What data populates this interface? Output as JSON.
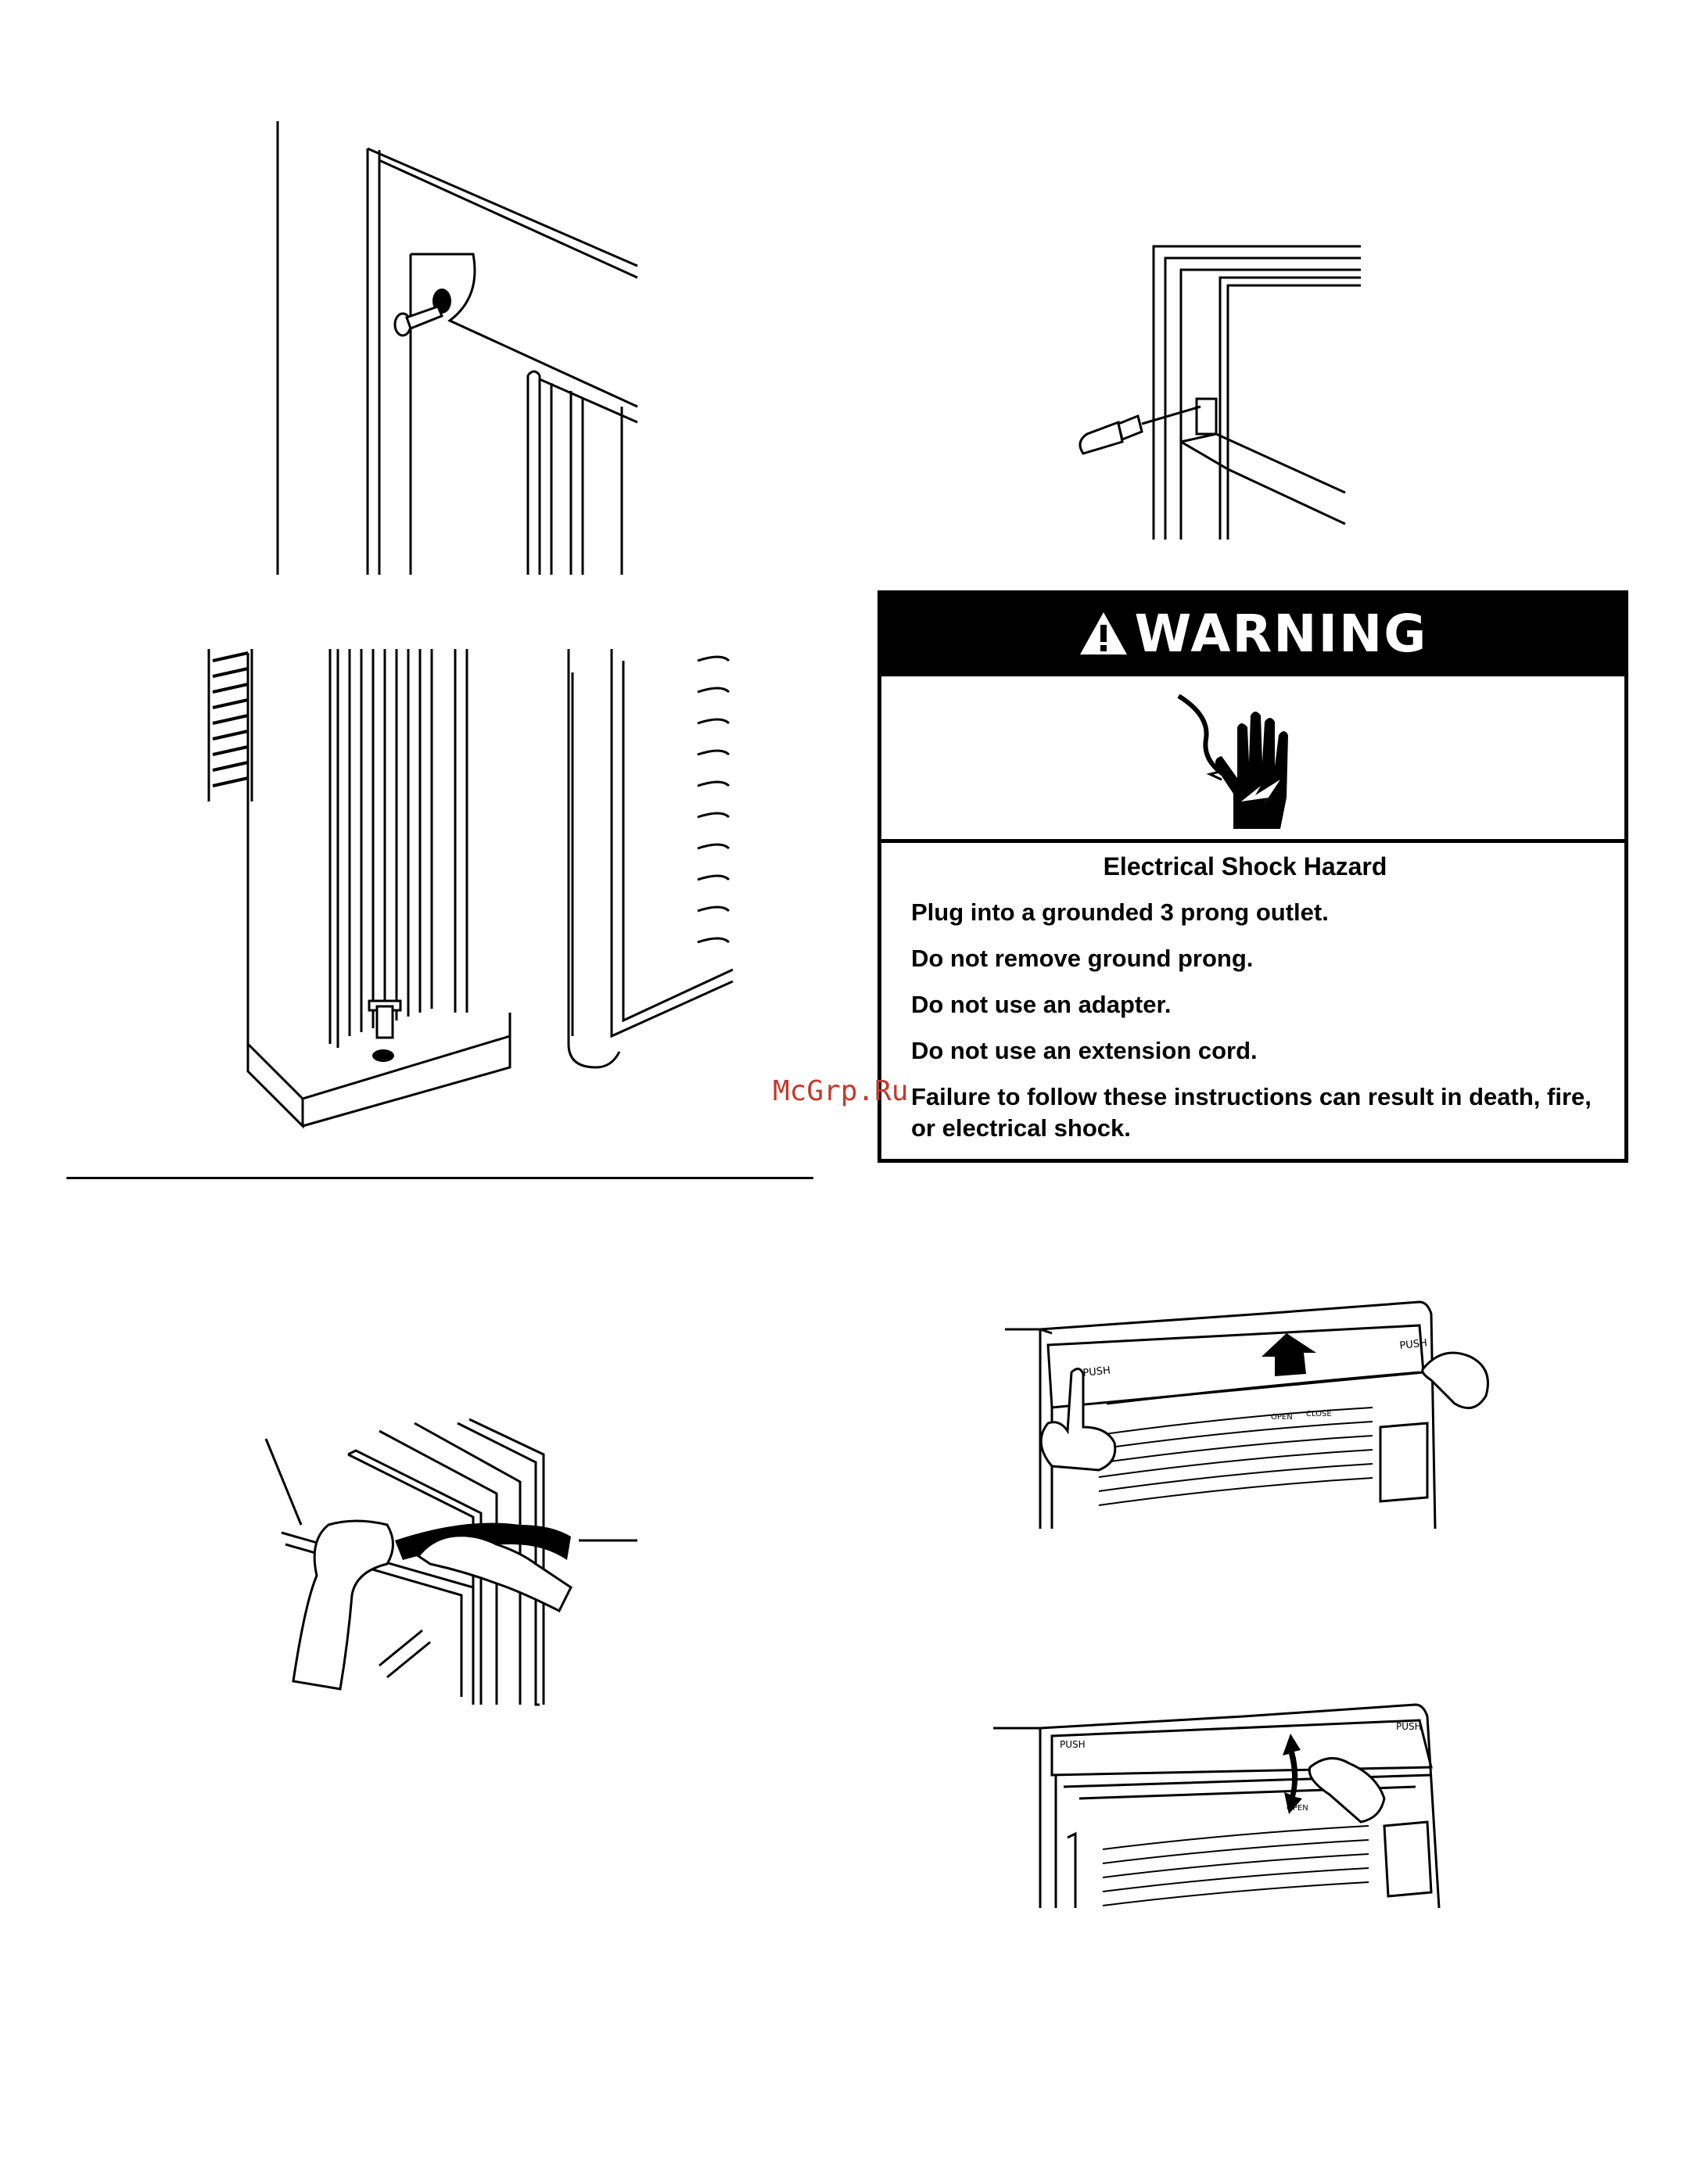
{
  "warning": {
    "title": "WARNING",
    "hazard": "Electrical Shock Hazard",
    "lines": [
      "Plug into a grounded 3 prong outlet.",
      "Do not remove ground prong.",
      "Do not use an adapter.",
      "Do not use an extension cord.",
      "Failure to follow these instructions can result in death, fire, or electrical shock."
    ]
  },
  "watermark": "McGrp.Ru",
  "figures": {
    "unit_panel": {
      "push_left": "PUSH",
      "push_right": "PUSH",
      "open": "OPEN",
      "close": "CLOSE"
    }
  },
  "colors": {
    "ink": "#000000",
    "watermark": "#c23a2c"
  },
  "icons": [
    "warning-triangle-icon",
    "electric-hand-icon"
  ]
}
